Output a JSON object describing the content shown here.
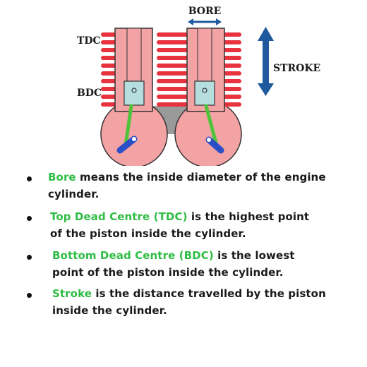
{
  "diagram": {
    "labels": {
      "bore": "BORE",
      "tdc": "TDC",
      "bdc": "BDC",
      "stroke": "STROKE"
    },
    "colors": {
      "cylinder_fill": "#f4a3a5",
      "fin": "#e8323e",
      "piston": "#b7dede",
      "connecting_rod": "#4fc33a",
      "crank": "#2a4fc7",
      "block_gray": "#9a9a9a",
      "arrow": "#1f5a9e"
    }
  },
  "bullets": [
    {
      "term": "Bore",
      "rest_line1": " means the inside diameter of the engine",
      "line2": "cylinder."
    },
    {
      "term": "Top Dead Centre (TDC)",
      "rest_line1": " is the highest point",
      "line2": "of the piston inside the cylinder."
    },
    {
      "term": "Bottom Dead Centre (BDC)",
      "rest_line1": " is the lowest",
      "line2": "point of the piston inside the cylinder."
    },
    {
      "term": "Stroke",
      "rest_line1": " is the distance travelled by the piston",
      "line2": "inside the cylinder."
    }
  ],
  "accent_color": "#2fbd45"
}
